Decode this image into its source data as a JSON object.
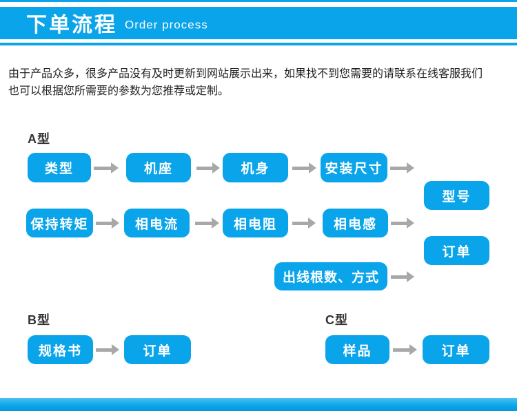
{
  "header": {
    "title_zh": "下单流程",
    "title_en": "Order process"
  },
  "intro": {
    "line1": "由于产品众多，很多产品没有及时更新到网站展示出来，如果找不到您需要的请联系在线客服我们",
    "line2": "也可以根据您所需要的参数为您推荐或定制。"
  },
  "flow": {
    "type_a": {
      "label": "A型",
      "row1": [
        "类型",
        "机座",
        "机身",
        "安装尺寸"
      ],
      "row2": [
        "保持转矩",
        "相电流",
        "相电阻",
        "相电感"
      ],
      "row3": [
        "出线根数、方式"
      ],
      "outputs": [
        "型号",
        "订单"
      ]
    },
    "type_b": {
      "label": "B型",
      "steps": [
        "规格书",
        "订单"
      ]
    },
    "type_c": {
      "label": "C型",
      "steps": [
        "样品",
        "订单"
      ]
    }
  },
  "colors": {
    "accent_blue": "#0aa4ea",
    "arrow_gray": "#a8a8a8"
  }
}
